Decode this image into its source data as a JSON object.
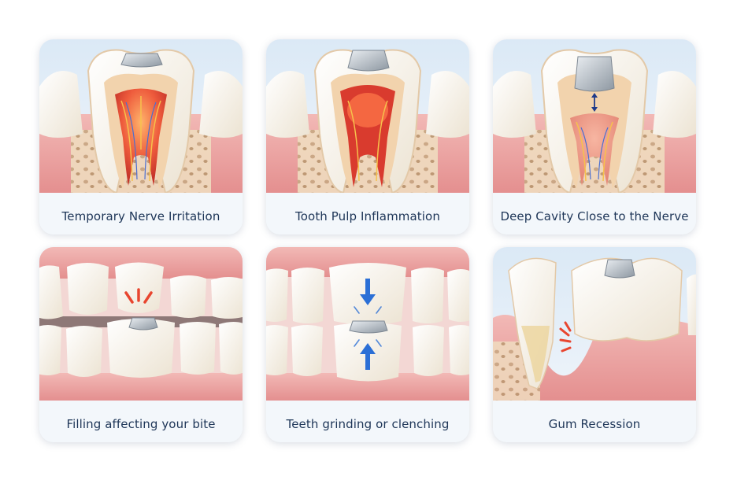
{
  "cards": [
    {
      "caption": "Temporary Nerve Irritation"
    },
    {
      "caption": "Tooth Pulp Inflammation"
    },
    {
      "caption": "Deep Cavity Close to the Nerve"
    },
    {
      "caption": "Filling affecting your bite"
    },
    {
      "caption": "Teeth grinding or clenching"
    },
    {
      "caption": "Gum Recession"
    }
  ],
  "colors": {
    "gum": "#e9a0a0",
    "enamel": "#f7f1e6",
    "pulp": "#e8503a",
    "filling": "#b9c1c9",
    "accent_blue": "#2b6fd6",
    "text": "#1d3557"
  }
}
